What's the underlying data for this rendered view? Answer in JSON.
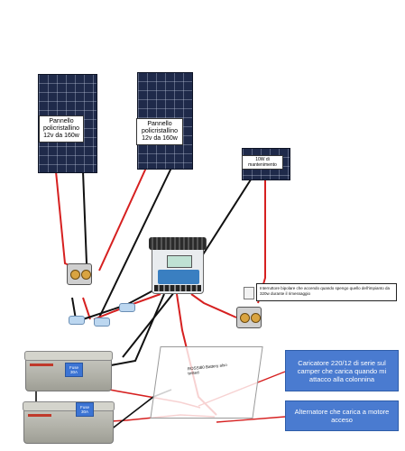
{
  "panels": [
    {
      "label": "Pannello policristallino 12v da 160w"
    },
    {
      "label": "Pannello policristallino 12v da 160w"
    },
    {
      "label": "10W di mantenimento"
    }
  ],
  "notes": {
    "switch_note": "Interruttore bipolare che accendo quando spengo quello dell'impianto da 320w durante il rimessaggio",
    "charger_device": "ROSSI80 Battery also tested"
  },
  "callouts": {
    "charger": "Caricatore 220/12 di serie sul camper che carica quando mi attacco alla colonnina",
    "alternator": "Alternatore che carica a motore acceso"
  },
  "batteries": [
    {
      "fuse": "Fuse 30A"
    },
    {
      "fuse": "Fuse 30A"
    }
  ],
  "colors": {
    "positive_wire": "#d62020",
    "negative_wire": "#111111",
    "callout_bg": "#4a7bd0",
    "panel_cell": "#1f2a4a"
  }
}
